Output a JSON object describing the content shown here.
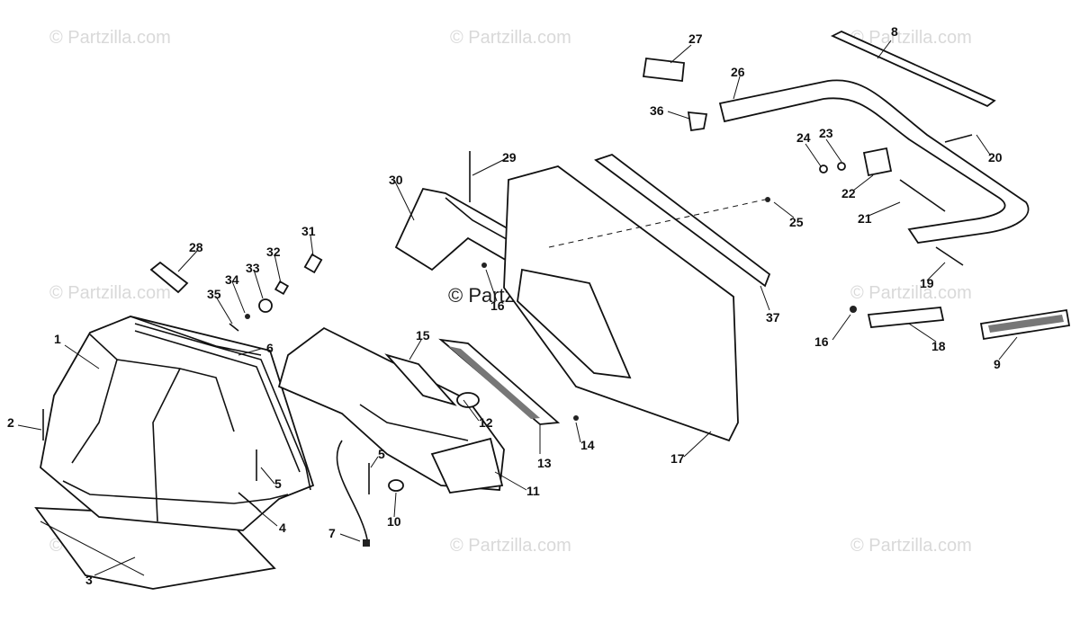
{
  "watermarks": {
    "top_left": "© Partzilla.com",
    "top_center": "© Partzilla.com",
    "top_right": "© Partzilla.com",
    "mid_left": "© Partzilla.com",
    "center": "© Partzilla.com",
    "mid_right": "© Partzilla.com",
    "bottom_left": "© Partzilla.com",
    "bottom_center": "© Partzilla.com",
    "bottom_right": "© Partzilla.com"
  },
  "labels": {
    "l1": "1",
    "l2": "2",
    "l3": "3",
    "l4": "4",
    "l5a": "5",
    "l5b": "5",
    "l6": "6",
    "l7": "7",
    "l8": "8",
    "l9": "9",
    "l10": "10",
    "l11": "11",
    "l12": "12",
    "l13": "13",
    "l14": "14",
    "l15": "15",
    "l16a": "16",
    "l16b": "16",
    "l17": "17",
    "l18": "18",
    "l19": "19",
    "l20": "20",
    "l21": "21",
    "l22": "22",
    "l23": "23",
    "l24": "24",
    "l25": "25",
    "l26": "26",
    "l27": "27",
    "l28": "28",
    "l29": "29",
    "l30": "30",
    "l31": "31",
    "l32": "32",
    "l33": "33",
    "l34": "34",
    "l35": "35",
    "l36": "36",
    "l37": "37"
  },
  "colors": {
    "line": "#111111",
    "watermark": "#d9d9d9",
    "background": "#ffffff"
  }
}
